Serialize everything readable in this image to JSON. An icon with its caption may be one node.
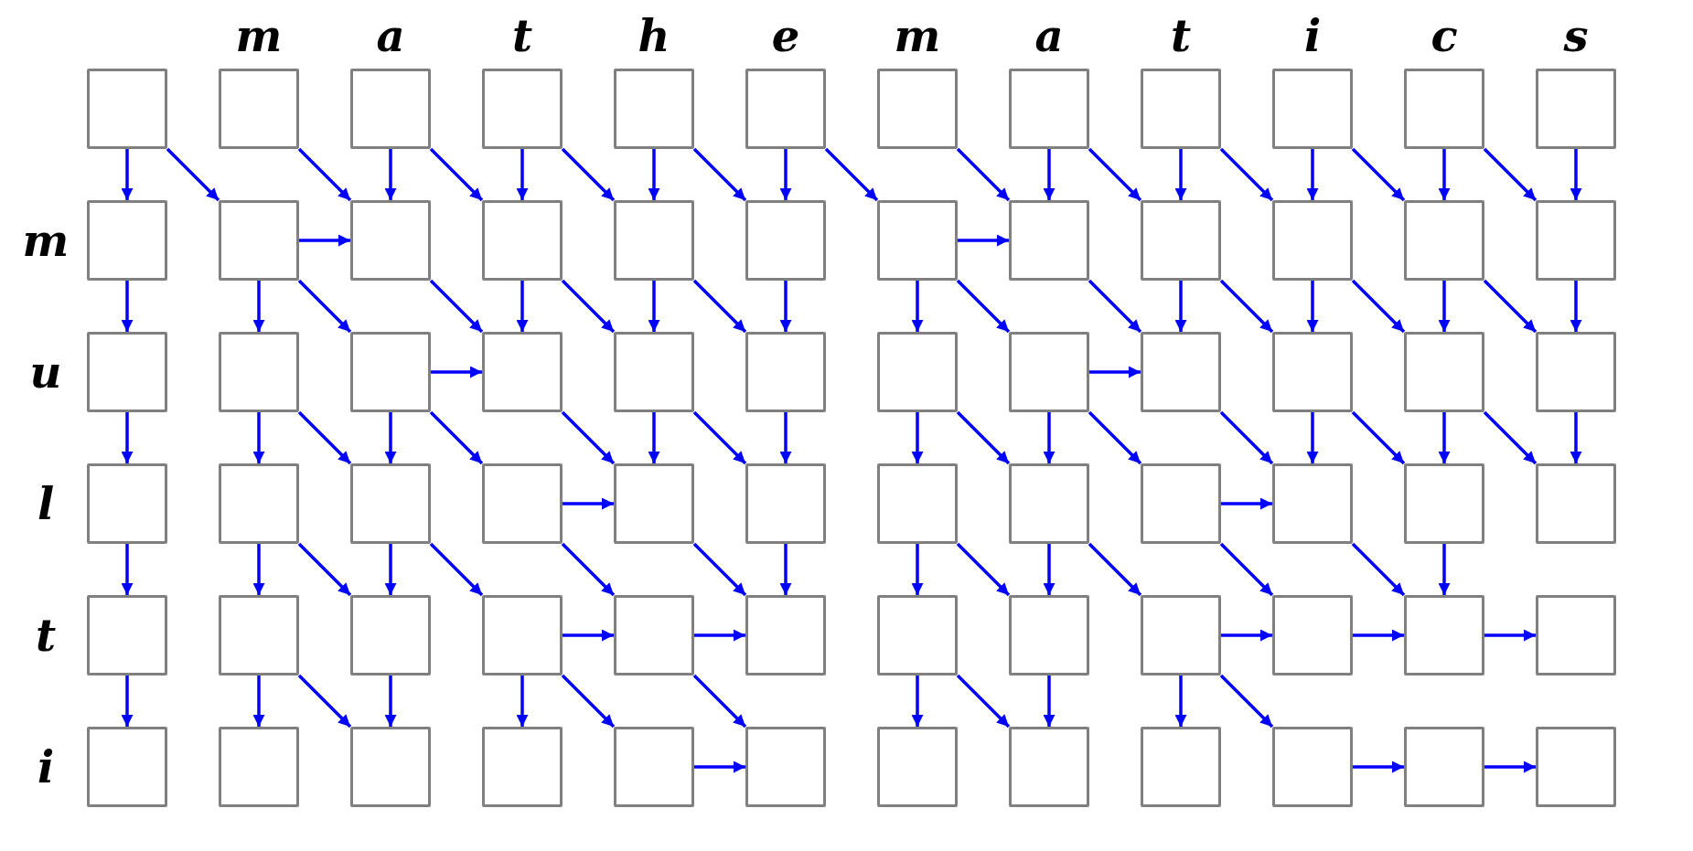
{
  "diagram": {
    "nodes": [
      {
        "text": [],
        "shape": "box"
      },
      {
        "text": [],
        "shape": "box"
      },
      {
        "text": [],
        "shape": "box"
      },
      {
        "text": [],
        "shape": "box"
      },
      {
        "text": [],
        "shape": "box"
      },
      {
        "text": [],
        "shape": "box"
      },
      {
        "text": [],
        "shape": "box"
      },
      {
        "text": [],
        "shape": "box"
      },
      {
        "text": [],
        "shape": "box"
      },
      {
        "text": [],
        "shape": "box"
      },
      {
        "text": [],
        "shape": "box"
      },
      {
        "text": [],
        "shape": "box"
      },
      {
        "text": [],
        "shape": "box"
      },
      {
        "text": [],
        "shape": "box"
      },
      {
        "text": [],
        "shape": "box"
      },
      {
        "text": [],
        "shape": "box"
      },
      {
        "text": [],
        "shape": "box"
      },
      {
        "text": [],
        "shape": "box"
      },
      {
        "text": [],
        "shape": "box"
      },
      {
        "text": [],
        "shape": "box"
      },
      {
        "text": [],
        "shape": "box"
      },
      {
        "text": [],
        "shape": "box"
      },
      {
        "text": [],
        "shape": "box"
      },
      {
        "text": [],
        "shape": "box"
      },
      {
        "text": [],
        "shape": "box"
      },
      {
        "text": [],
        "shape": "box"
      },
      {
        "text": [],
        "shape": "box"
      },
      {
        "text": [],
        "shape": "box"
      },
      {
        "text": [],
        "shape": "box"
      },
      {
        "text": [],
        "shape": "box"
      },
      {
        "text": [],
        "shape": "box"
      },
      {
        "text": [],
        "shape": "box"
      },
      {
        "text": [],
        "shape": "box"
      },
      {
        "text": [],
        "shape": "box"
      },
      {
        "text": [],
        "shape": "box"
      },
      {
        "text": [],
        "shape": "box"
      },
      {
        "text": [],
        "shape": "box"
      },
      {
        "text": [],
        "shape": "box"
      },
      {
        "text": [],
        "shape": "box"
      },
      {
        "text": [],
        "shape": "box"
      },
      {
        "text": [],
        "shape": "box"
      },
      {
        "text": [],
        "shape": "box"
      },
      {
        "text": [],
        "shape": "box"
      },
      {
        "text": [],
        "shape": "box"
      },
      {
        "text": [],
        "shape": "box"
      },
      {
        "text": [],
        "shape": "box"
      },
      {
        "text": [],
        "shape": "box"
      },
      {
        "text": [],
        "shape": "box"
      },
      {
        "text": [],
        "shape": "box"
      },
      {
        "text": [],
        "shape": "box"
      },
      {
        "text": [],
        "shape": "box"
      },
      {
        "text": [],
        "shape": "box"
      },
      {
        "text": [],
        "shape": "box"
      },
      {
        "text": [],
        "shape": "box"
      },
      {
        "text": [],
        "shape": "box"
      },
      {
        "text": [],
        "shape": "box"
      },
      {
        "text": [],
        "shape": "box"
      },
      {
        "text": [],
        "shape": "box"
      },
      {
        "text": [],
        "shape": "box"
      },
      {
        "text": [],
        "shape": "box"
      },
      {
        "text": [],
        "shape": "box"
      },
      {
        "text": [],
        "shape": "box"
      },
      {
        "text": [],
        "shape": "box"
      },
      {
        "text": [],
        "shape": "box"
      },
      {
        "text": [],
        "shape": "box"
      },
      {
        "text": [],
        "shape": "box"
      },
      {
        "text": [],
        "shape": "box"
      },
      {
        "text": [],
        "shape": "box"
      },
      {
        "text": [],
        "shape": "box"
      },
      {
        "text": [],
        "shape": "box"
      },
      {
        "text": [],
        "shape": "box"
      },
      {
        "text": [],
        "shape": "box"
      }
    ],
    "edges": [
      {
        "from": 0,
        "to": 12,
        "arrow": "to"
      },
      {
        "from": 0,
        "to": 13,
        "arrow": "to"
      },
      {
        "from": 1,
        "to": 14,
        "arrow": "to"
      },
      {
        "from": 2,
        "to": 14,
        "arrow": "to"
      },
      {
        "from": 2,
        "to": 15,
        "arrow": "to"
      },
      {
        "from": 3,
        "to": 15,
        "arrow": "to"
      },
      {
        "from": 3,
        "to": 16,
        "arrow": "to"
      },
      {
        "from": 4,
        "to": 16,
        "arrow": "to"
      },
      {
        "from": 4,
        "to": 17,
        "arrow": "to"
      },
      {
        "from": 5,
        "to": 17,
        "arrow": "to"
      },
      {
        "from": 5,
        "to": 18,
        "arrow": "to"
      },
      {
        "from": 6,
        "to": 19,
        "arrow": "to"
      },
      {
        "from": 7,
        "to": 19,
        "arrow": "to"
      },
      {
        "from": 7,
        "to": 20,
        "arrow": "to"
      },
      {
        "from": 8,
        "to": 20,
        "arrow": "to"
      },
      {
        "from": 8,
        "to": 21,
        "arrow": "to"
      },
      {
        "from": 9,
        "to": 21,
        "arrow": "to"
      },
      {
        "from": 9,
        "to": 22,
        "arrow": "to"
      },
      {
        "from": 10,
        "to": 22,
        "arrow": "to"
      },
      {
        "from": 10,
        "to": 23,
        "arrow": "to"
      },
      {
        "from": 11,
        "to": 23,
        "arrow": "to"
      },
      {
        "from": 13,
        "to": 14,
        "arrow": "to"
      },
      {
        "from": 18,
        "to": 19,
        "arrow": "to"
      },
      {
        "from": 12,
        "to": 24,
        "arrow": "to"
      },
      {
        "from": 13,
        "to": 25,
        "arrow": "to"
      },
      {
        "from": 13,
        "to": 26,
        "arrow": "to"
      },
      {
        "from": 14,
        "to": 27,
        "arrow": "to"
      },
      {
        "from": 15,
        "to": 27,
        "arrow": "to"
      },
      {
        "from": 15,
        "to": 28,
        "arrow": "to"
      },
      {
        "from": 16,
        "to": 28,
        "arrow": "to"
      },
      {
        "from": 16,
        "to": 29,
        "arrow": "to"
      },
      {
        "from": 17,
        "to": 29,
        "arrow": "to"
      },
      {
        "from": 18,
        "to": 30,
        "arrow": "to"
      },
      {
        "from": 18,
        "to": 31,
        "arrow": "to"
      },
      {
        "from": 19,
        "to": 32,
        "arrow": "to"
      },
      {
        "from": 20,
        "to": 32,
        "arrow": "to"
      },
      {
        "from": 20,
        "to": 33,
        "arrow": "to"
      },
      {
        "from": 21,
        "to": 33,
        "arrow": "to"
      },
      {
        "from": 21,
        "to": 34,
        "arrow": "to"
      },
      {
        "from": 22,
        "to": 34,
        "arrow": "to"
      },
      {
        "from": 22,
        "to": 35,
        "arrow": "to"
      },
      {
        "from": 23,
        "to": 35,
        "arrow": "to"
      },
      {
        "from": 26,
        "to": 27,
        "arrow": "to"
      },
      {
        "from": 31,
        "to": 32,
        "arrow": "to"
      },
      {
        "from": 24,
        "to": 36,
        "arrow": "to"
      },
      {
        "from": 25,
        "to": 37,
        "arrow": "to"
      },
      {
        "from": 25,
        "to": 38,
        "arrow": "to"
      },
      {
        "from": 26,
        "to": 38,
        "arrow": "to"
      },
      {
        "from": 26,
        "to": 39,
        "arrow": "to"
      },
      {
        "from": 27,
        "to": 40,
        "arrow": "to"
      },
      {
        "from": 28,
        "to": 40,
        "arrow": "to"
      },
      {
        "from": 28,
        "to": 41,
        "arrow": "to"
      },
      {
        "from": 29,
        "to": 41,
        "arrow": "to"
      },
      {
        "from": 30,
        "to": 42,
        "arrow": "to"
      },
      {
        "from": 30,
        "to": 43,
        "arrow": "to"
      },
      {
        "from": 31,
        "to": 43,
        "arrow": "to"
      },
      {
        "from": 31,
        "to": 44,
        "arrow": "to"
      },
      {
        "from": 32,
        "to": 45,
        "arrow": "to"
      },
      {
        "from": 33,
        "to": 45,
        "arrow": "to"
      },
      {
        "from": 33,
        "to": 46,
        "arrow": "to"
      },
      {
        "from": 34,
        "to": 46,
        "arrow": "to"
      },
      {
        "from": 34,
        "to": 47,
        "arrow": "to"
      },
      {
        "from": 35,
        "to": 47,
        "arrow": "to"
      },
      {
        "from": 39,
        "to": 40,
        "arrow": "to"
      },
      {
        "from": 44,
        "to": 45,
        "arrow": "to"
      },
      {
        "from": 36,
        "to": 48,
        "arrow": "to"
      },
      {
        "from": 37,
        "to": 49,
        "arrow": "to"
      },
      {
        "from": 37,
        "to": 50,
        "arrow": "to"
      },
      {
        "from": 38,
        "to": 50,
        "arrow": "to"
      },
      {
        "from": 38,
        "to": 51,
        "arrow": "to"
      },
      {
        "from": 39,
        "to": 52,
        "arrow": "to"
      },
      {
        "from": 40,
        "to": 53,
        "arrow": "to"
      },
      {
        "from": 41,
        "to": 53,
        "arrow": "to"
      },
      {
        "from": 42,
        "to": 54,
        "arrow": "to"
      },
      {
        "from": 42,
        "to": 55,
        "arrow": "to"
      },
      {
        "from": 43,
        "to": 55,
        "arrow": "to"
      },
      {
        "from": 43,
        "to": 56,
        "arrow": "to"
      },
      {
        "from": 44,
        "to": 57,
        "arrow": "to"
      },
      {
        "from": 45,
        "to": 58,
        "arrow": "to"
      },
      {
        "from": 46,
        "to": 58,
        "arrow": "to"
      },
      {
        "from": 51,
        "to": 52,
        "arrow": "to"
      },
      {
        "from": 52,
        "to": 53,
        "arrow": "to"
      },
      {
        "from": 56,
        "to": 57,
        "arrow": "to"
      },
      {
        "from": 57,
        "to": 58,
        "arrow": "to"
      },
      {
        "from": 58,
        "to": 59,
        "arrow": "to"
      },
      {
        "from": 48,
        "to": 60,
        "arrow": "to"
      },
      {
        "from": 49,
        "to": 61,
        "arrow": "to"
      },
      {
        "from": 49,
        "to": 62,
        "arrow": "to"
      },
      {
        "from": 50,
        "to": 62,
        "arrow": "to"
      },
      {
        "from": 51,
        "to": 63,
        "arrow": "to"
      },
      {
        "from": 51,
        "to": 64,
        "arrow": "to"
      },
      {
        "from": 52,
        "to": 65,
        "arrow": "to"
      },
      {
        "from": 54,
        "to": 66,
        "arrow": "to"
      },
      {
        "from": 54,
        "to": 67,
        "arrow": "to"
      },
      {
        "from": 55,
        "to": 67,
        "arrow": "to"
      },
      {
        "from": 56,
        "to": 68,
        "arrow": "to"
      },
      {
        "from": 56,
        "to": 69,
        "arrow": "to"
      },
      {
        "from": 64,
        "to": 65,
        "arrow": "to"
      },
      {
        "from": 69,
        "to": 70,
        "arrow": "to"
      },
      {
        "from": 70,
        "to": 71,
        "arrow": "to"
      }
    ],
    "labels": [
      "m",
      "a",
      "t",
      "h",
      "e",
      "m",
      "a",
      "t",
      "i",
      "c",
      "s",
      "m",
      "u",
      "l",
      "t",
      "i"
    ]
  }
}
